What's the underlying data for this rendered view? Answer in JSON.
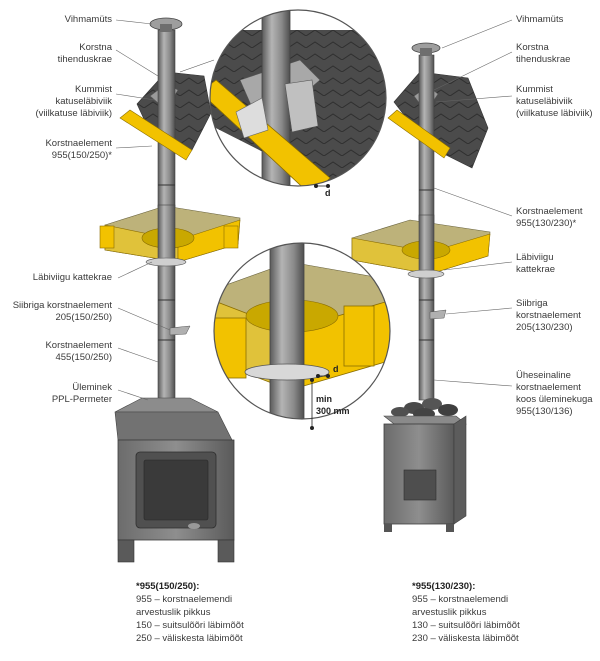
{
  "left_labels": [
    {
      "id": "vihmamuts",
      "lines": [
        "Vihmamüts"
      ]
    },
    {
      "id": "tihenduskrae",
      "lines": [
        "Korstna",
        "tihenduskrae"
      ]
    },
    {
      "id": "katuselabiviik",
      "lines": [
        "Kummist",
        "katuseläbiviik",
        "(viilkatuse läbiviik)"
      ]
    },
    {
      "id": "korstnaelement",
      "lines": [
        "Korstnaelement",
        "955(150/250)*"
      ]
    },
    {
      "id": "kattekrae",
      "lines": [
        "Läbiviigu kattekrae"
      ]
    },
    {
      "id": "siibriga",
      "lines": [
        "Siibriga korstnaelement",
        "205(150/250)"
      ]
    },
    {
      "id": "korstnaelement455",
      "lines": [
        "Korstnaelement",
        "455(150/250)"
      ]
    },
    {
      "id": "uleminek",
      "lines": [
        "Üleminek",
        "PPL-Permeter"
      ]
    }
  ],
  "right_labels": [
    {
      "id": "vihmamuts",
      "lines": [
        "Vihmamüts"
      ]
    },
    {
      "id": "tihenduskrae",
      "lines": [
        "Korstna",
        "tihenduskrae"
      ]
    },
    {
      "id": "katuselabiviik",
      "lines": [
        "Kummist",
        "katuseläbiviik",
        "(viilkatuse läbiviik)"
      ]
    },
    {
      "id": "korstnaelement",
      "lines": [
        "Korstnaelement",
        "955(130/230)*"
      ]
    },
    {
      "id": "kattekrae",
      "lines": [
        "Läbiviigu",
        "kattekrae"
      ]
    },
    {
      "id": "siibriga",
      "lines": [
        "Siibriga",
        "korstnaelement",
        "205(130/230)"
      ]
    },
    {
      "id": "uheseinaline",
      "lines": [
        "Üheseinaline",
        "korstnaelement",
        "koos üleminekuga",
        "955(130/136)"
      ]
    }
  ],
  "detail_labels": {
    "d_top": "d",
    "d_bottom": "d",
    "min": "min",
    "min_value": "300 mm"
  },
  "notes": [
    {
      "id": "note-left",
      "heading": "*955(150/250):",
      "lines": [
        "955 – korstnaelemendi",
        "arvestuslik pikkus",
        "150 – suitsulõõri läbimõõt",
        "250 – väliskesta läbimõõt"
      ]
    },
    {
      "id": "note-right",
      "heading": "*955(130/230):",
      "lines": [
        "955 – korstnaelemendi",
        "arvestuslik pikkus",
        "130 – suitsulõõri läbimõõt",
        "230 – väliskesta läbimõõt"
      ]
    }
  ],
  "colors": {
    "pipe": "#8c8c8c",
    "pipe_dark": "#5e5e5e",
    "yellow": "#f2c200",
    "khaki": "#bdb27a",
    "roof": "#4a4a4a",
    "stove": "#777777"
  }
}
